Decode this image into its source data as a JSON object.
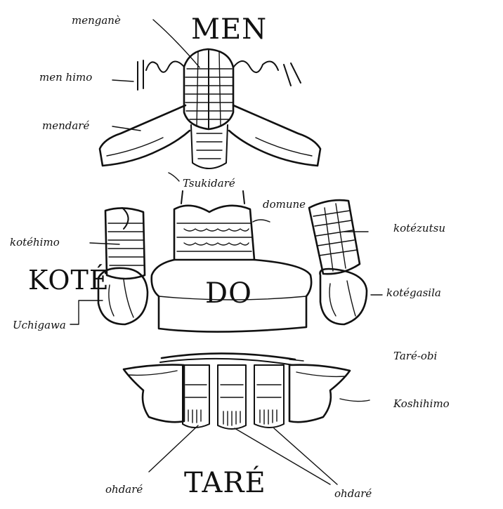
{
  "titles": {
    "men": "MEN",
    "kote": "KOTÉ",
    "do": "DO",
    "tare": "TARÉ"
  },
  "labels": {
    "mengane": "menganè",
    "menhimo": "men himo",
    "mendare": "mendaré",
    "tsukidare": "Tsukidaré",
    "domune": "domune",
    "kotehimo": "kotéhimo",
    "uchigawa": "Uchigawa",
    "kotezutsu": "kotézutsu",
    "kotegashira": "kotégasila",
    "tareobi": "Taré-obi",
    "koshihimo": "Koshihimo",
    "odare_left": "ohdaré",
    "odare_right": "ohdaré"
  },
  "colors": {
    "ink": "#111111",
    "paper": "#ffffff"
  }
}
